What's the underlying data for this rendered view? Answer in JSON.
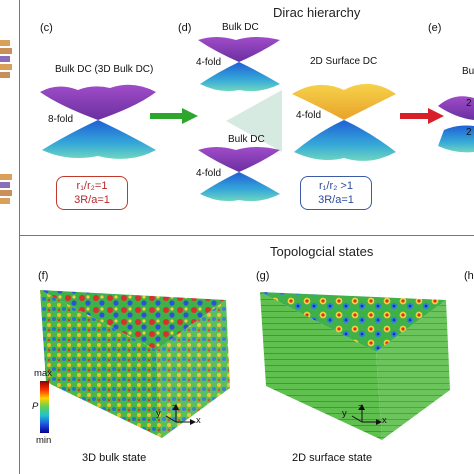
{
  "top_section": {
    "title": "Dirac hierarchy",
    "panel_c": {
      "label": "(c)",
      "title": "Bulk DC (3D Bulk DC)",
      "fold": "8-fold",
      "box_line1": "r₁/r₂=1",
      "box_line2": "3R/a=1"
    },
    "panel_d": {
      "label": "(d)",
      "top_title": "Bulk DC",
      "top_fold": "4-fold",
      "bottom_title": "Bulk DC",
      "bottom_fold": "4-fold",
      "surface_title": "2D Surface DC",
      "surface_fold": "4-fold",
      "box_line1": "r₁/r₂ >1",
      "box_line2": "3R/a=1"
    },
    "panel_e": {
      "label": "(e)",
      "title_partial": "Bu",
      "fold_partial_1": "2",
      "fold_partial_2": "2"
    }
  },
  "bottom_section": {
    "title": "Topologcial states",
    "panel_f": {
      "label": "(f)",
      "caption": "3D bulk state"
    },
    "panel_g": {
      "label": "(g)",
      "caption": "2D surface state"
    },
    "panel_h": {
      "label": "(h"
    },
    "legend": {
      "max": "max",
      "symbol": "P",
      "min": "min"
    },
    "axes": {
      "y": "y",
      "z": "z",
      "x": "x"
    }
  },
  "colors": {
    "red_box": "#c0392b",
    "blue_box": "#3b5ba8",
    "green_arrow": "#2ea62e",
    "red_arrow": "#d8202a",
    "cone_purple": "#8a3fb4",
    "cone_blue": "#2a7de0",
    "surface_yellow": "#f2c230"
  }
}
